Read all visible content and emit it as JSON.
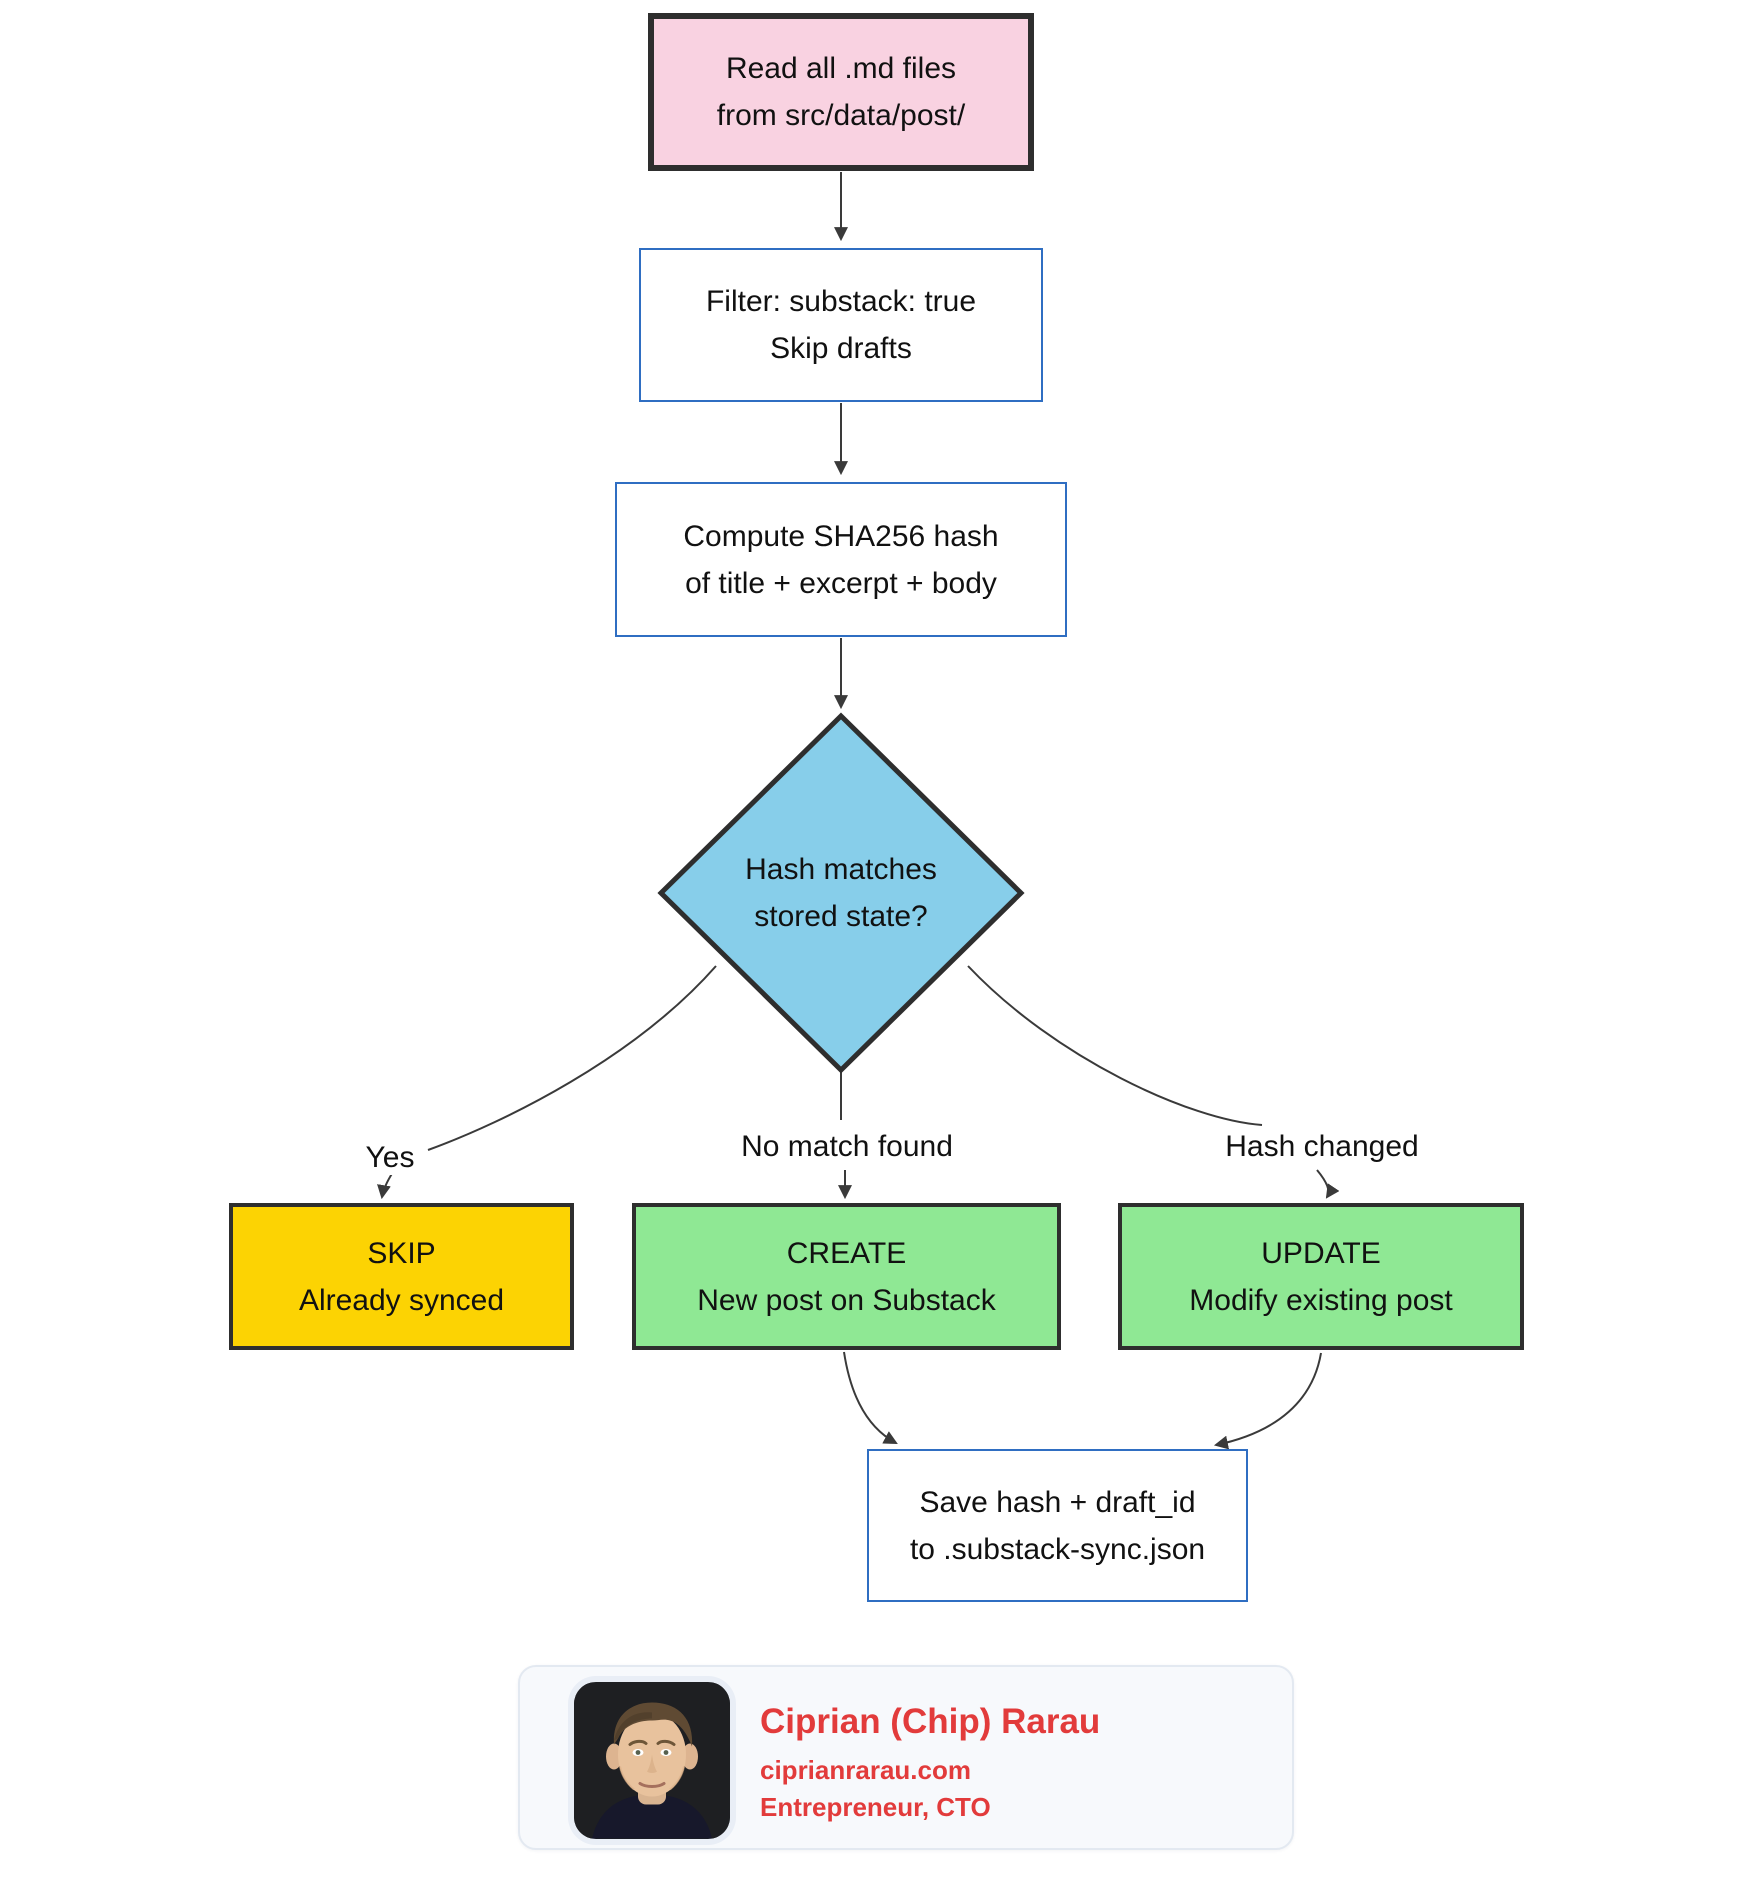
{
  "diagram": {
    "nodes": {
      "read": {
        "line1": "Read all .md files",
        "line2": "from src/data/post/"
      },
      "filter": {
        "line1": "Filter: substack: true",
        "line2": "Skip drafts"
      },
      "compute": {
        "line1": "Compute SHA256 hash",
        "line2": "of title + excerpt + body"
      },
      "decision": {
        "line1": "Hash matches",
        "line2": "stored state?"
      },
      "skip": {
        "line1": "SKIP",
        "line2": "Already synced"
      },
      "create": {
        "line1": "CREATE",
        "line2": "New post on Substack"
      },
      "update": {
        "line1": "UPDATE",
        "line2": "Modify existing post"
      },
      "save": {
        "line1": "Save hash + draft_id",
        "line2": "to .substack-sync.json"
      }
    },
    "edge_labels": {
      "yes": "Yes",
      "no_match": "No match found",
      "hash_changed": "Hash changed"
    },
    "colors": {
      "node_border_dark": "#2e2e2e",
      "node_border_blue": "#2f6ec2",
      "edge": "#3a3a3a",
      "fill_pink": "#f9d2e1",
      "fill_blue": "#87ceea",
      "fill_yellow": "#fcd303",
      "fill_green": "#8fe894",
      "text": "#111111",
      "accent_red": "#e23b3b"
    }
  },
  "author_card": {
    "name": "Ciprian (Chip) Rarau",
    "website": "ciprianrarau.com",
    "role": "Entrepreneur, CTO"
  }
}
